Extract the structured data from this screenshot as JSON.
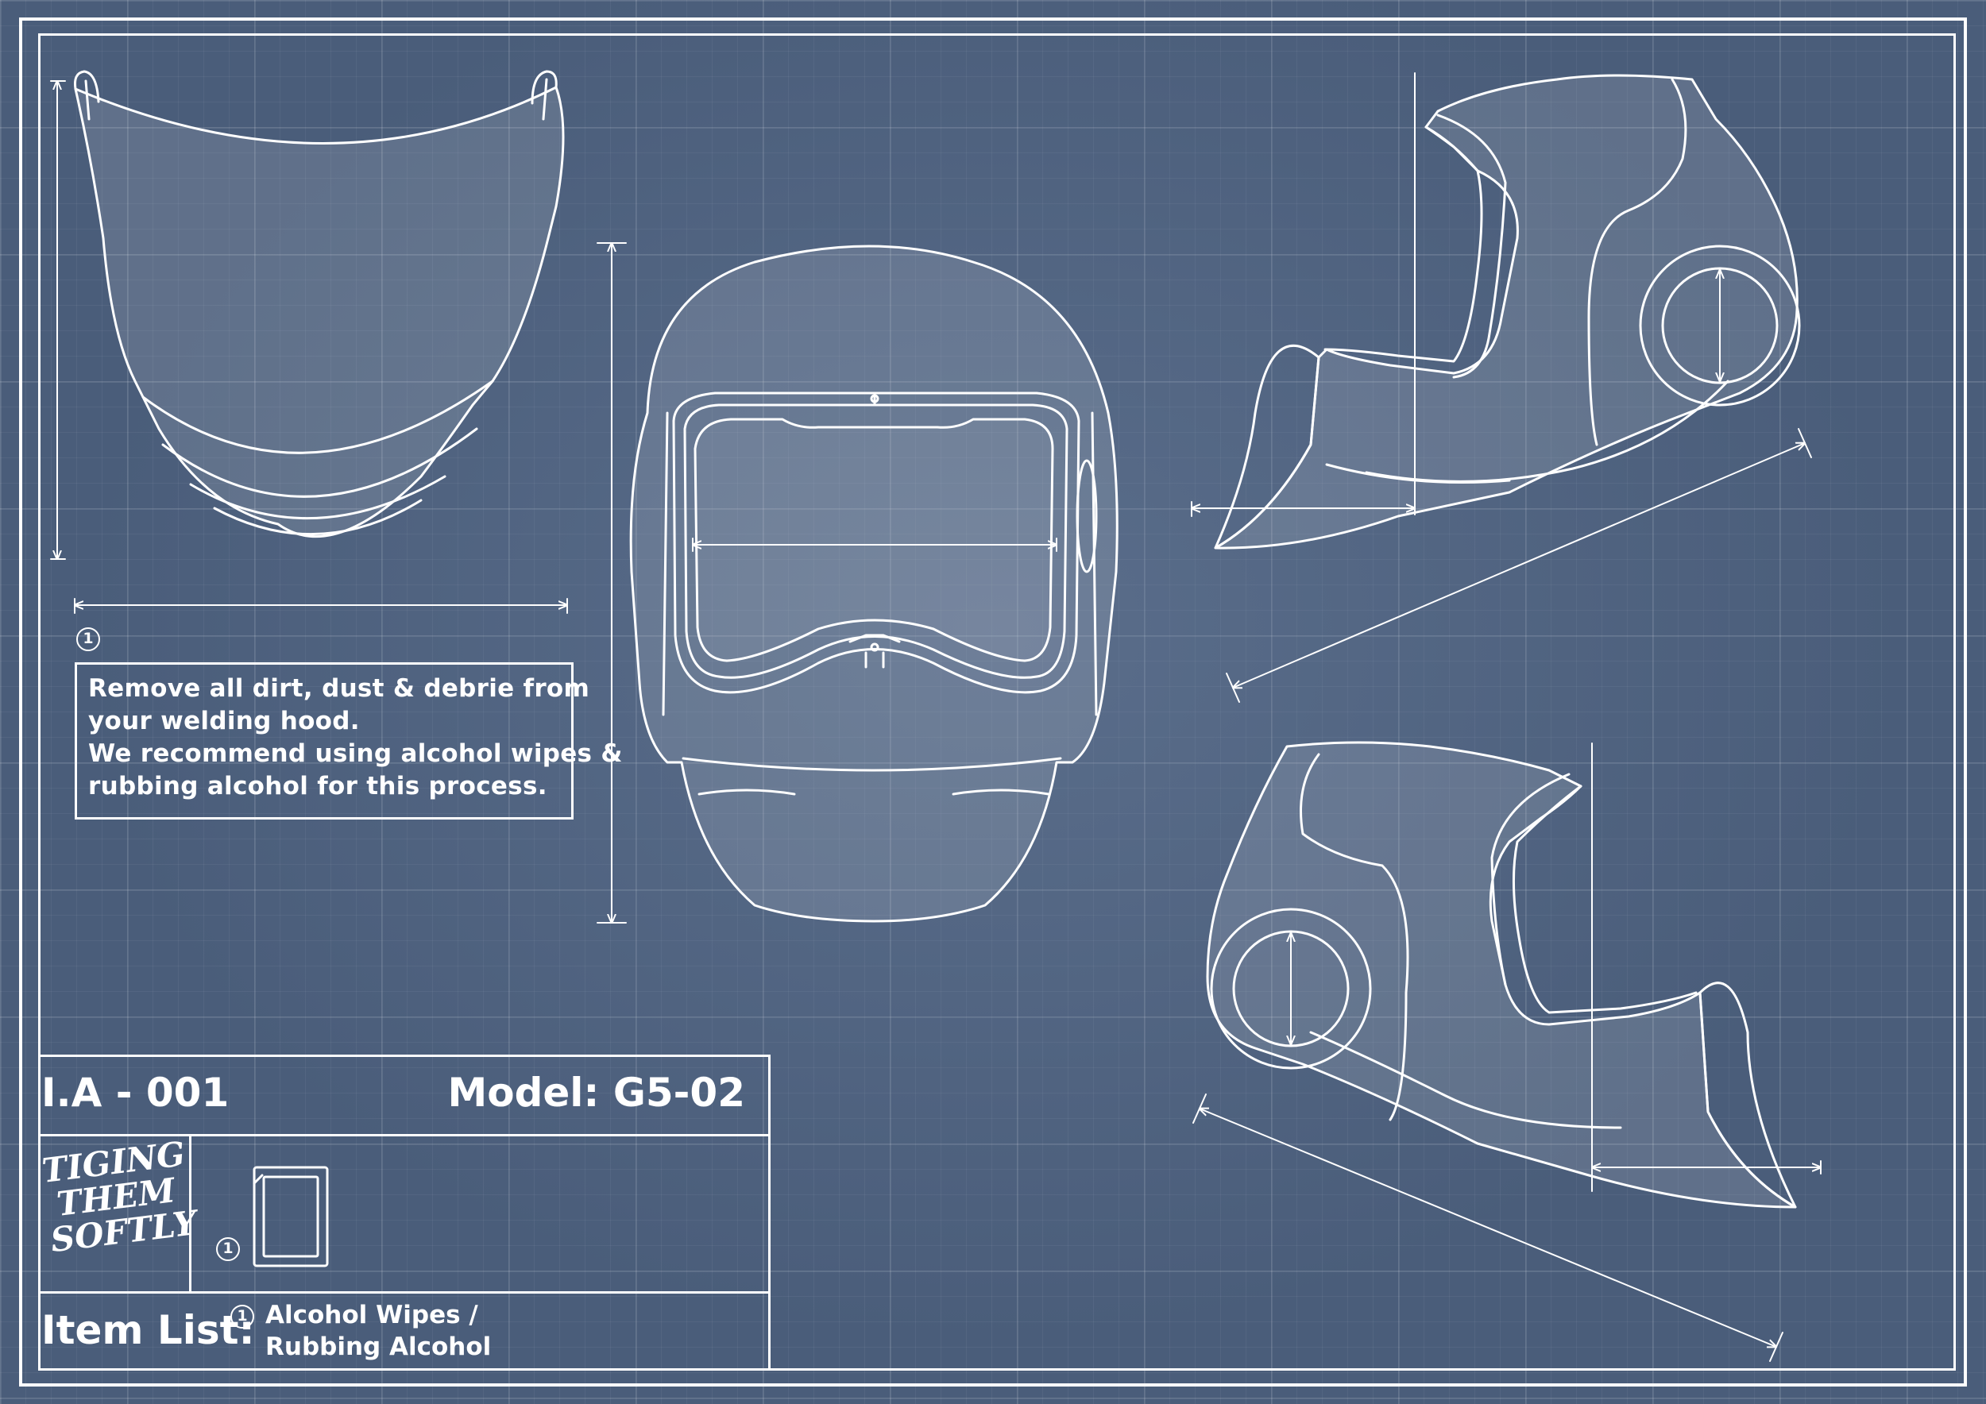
{
  "step": {
    "number": "1",
    "instructions": [
      "Remove all dirt, dust & debrie from",
      "your welding hood.",
      "We recommend using alcohol wipes &",
      "rubbing alcohol for this process."
    ]
  },
  "title_block": {
    "doc_id": "I.A - 001",
    "model": "Model: G5-02",
    "brand_lines": [
      "TIGING",
      "THEM",
      "SOFTLY"
    ],
    "item_number": "1",
    "item_list_label": "Item List:",
    "items": [
      {
        "number": "1",
        "lines": [
          "Alcohol Wipes /",
          "Rubbing Alcohol"
        ]
      }
    ]
  },
  "colors": {
    "background": "#4a5d7a",
    "line": "#ffffff",
    "fill": "rgba(255,255,255,0.12)"
  }
}
